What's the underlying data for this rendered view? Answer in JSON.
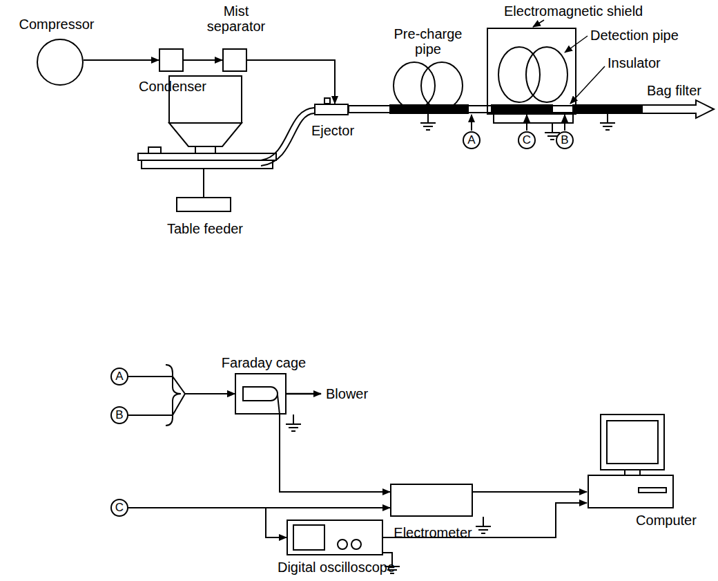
{
  "diagram": {
    "nodes": [
      {
        "text": [
          "Compressor"
        ]
      },
      {
        "text": [
          "Condenser"
        ]
      },
      {
        "text": [
          "Mist separator"
        ]
      },
      {
        "text": [
          "Ejector"
        ]
      },
      {
        "text": [
          "Table feeder"
        ]
      },
      {
        "text": [
          "Electromagnetic shield"
        ]
      },
      {
        "text": [
          "A"
        ]
      },
      {
        "text": [
          "C"
        ]
      },
      {
        "text": [
          "B"
        ]
      },
      {
        "text": [
          "A"
        ]
      },
      {
        "text": [
          "B"
        ]
      },
      {
        "text": [
          "Faraday cage"
        ]
      },
      {
        "text": [
          "Electrometer"
        ]
      },
      {
        "text": [
          "Computer"
        ]
      },
      {
        "text": [
          "C"
        ]
      },
      {
        "text": [
          "Digital oscilloscope"
        ]
      }
    ],
    "edges": [
      {
        "from": 0,
        "to": 1,
        "arrow": "to"
      },
      {
        "from": 1,
        "to": 2,
        "arrow": "to"
      },
      {
        "from": 2,
        "to": 3,
        "arrow": "to"
      },
      {
        "from": 9,
        "to": 11,
        "arrow": "to"
      },
      {
        "from": 10,
        "to": 11,
        "arrow": "to"
      },
      {
        "from": 11,
        "to": 12,
        "arrow": "to"
      },
      {
        "from": 14,
        "to": 12,
        "arrow": "to"
      },
      {
        "from": 14,
        "to": 15,
        "arrow": "to"
      },
      {
        "from": 12,
        "to": 13,
        "arrow": "to"
      },
      {
        "from": 15,
        "to": 13,
        "arrow": "to"
      }
    ],
    "labels": [
      "Pre-charge pipe",
      "Detection pipe",
      "Insulator",
      "Bag filter",
      "Blower"
    ]
  }
}
